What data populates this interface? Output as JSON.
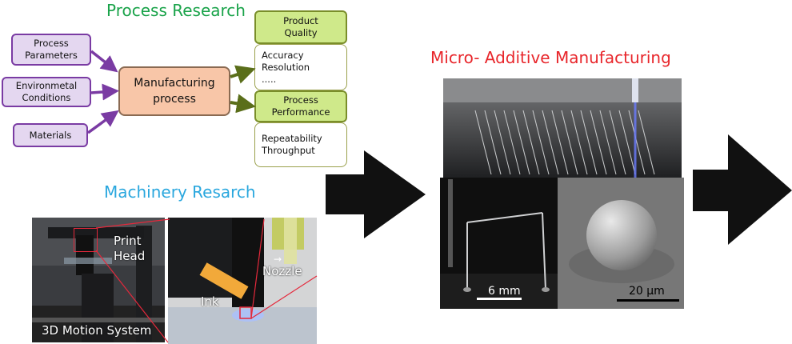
{
  "process_research": {
    "title": "Process Research",
    "inputs": [
      "Process\nParameters",
      "Environmetal\nConditions",
      "Materials"
    ],
    "center": "Manufacturing\nprocess",
    "product_quality": {
      "header": "Product\nQuality",
      "items": "Accuracy\nResolution\n....."
    },
    "process_performance": {
      "header": "Process\nPerformance",
      "items": "Repeatability\nThroughput"
    }
  },
  "machinery_research": {
    "title": "Machinery Resarch",
    "labels": {
      "print_head": "Print\nHead",
      "motion_system": "3D Motion System",
      "nozzle": "Nozzle",
      "ink": "Ink"
    }
  },
  "micro_am": {
    "title": "Micro- Additive Manufacturing",
    "scale_mm": "6 mm",
    "scale_um": "20 μm"
  },
  "colors": {
    "process_title": "#1aa34a",
    "machinery_title": "#2aa7de",
    "micro_title": "#e8262b",
    "purple_arrow": "#7a3ba3",
    "green_arrow": "#5a6e1a"
  }
}
